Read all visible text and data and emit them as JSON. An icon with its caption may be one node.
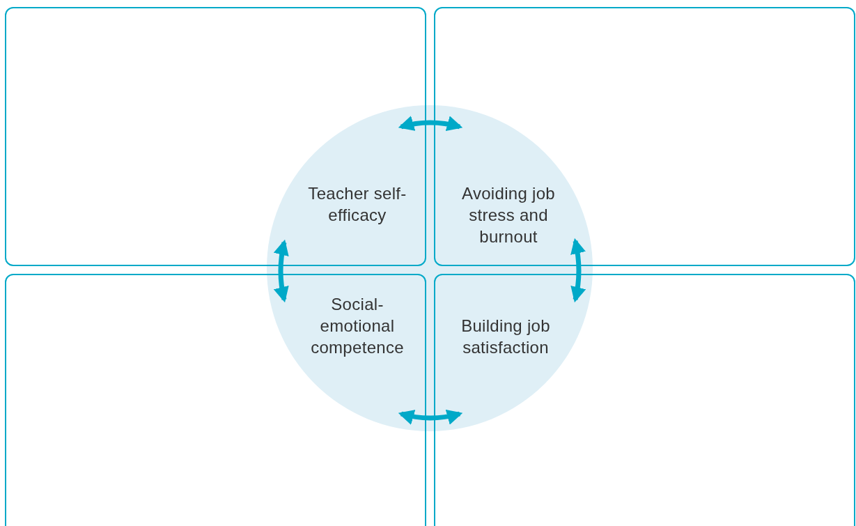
{
  "diagram": {
    "nodes": [
      {
        "text": [
          "Teacher self-efficacy"
        ]
      },
      {
        "text": [
          "Avoiding job stress and burnout"
        ]
      },
      {
        "text": [
          "Social-emotional competence"
        ]
      },
      {
        "text": [
          "Building job satisfaction"
        ]
      }
    ],
    "edges": [
      {
        "from": 0,
        "to": 1,
        "arrow": "both"
      },
      {
        "from": 0,
        "to": 2,
        "arrow": "both"
      },
      {
        "from": 1,
        "to": 3,
        "arrow": "both"
      },
      {
        "from": 2,
        "to": 3,
        "arrow": "both"
      }
    ]
  }
}
